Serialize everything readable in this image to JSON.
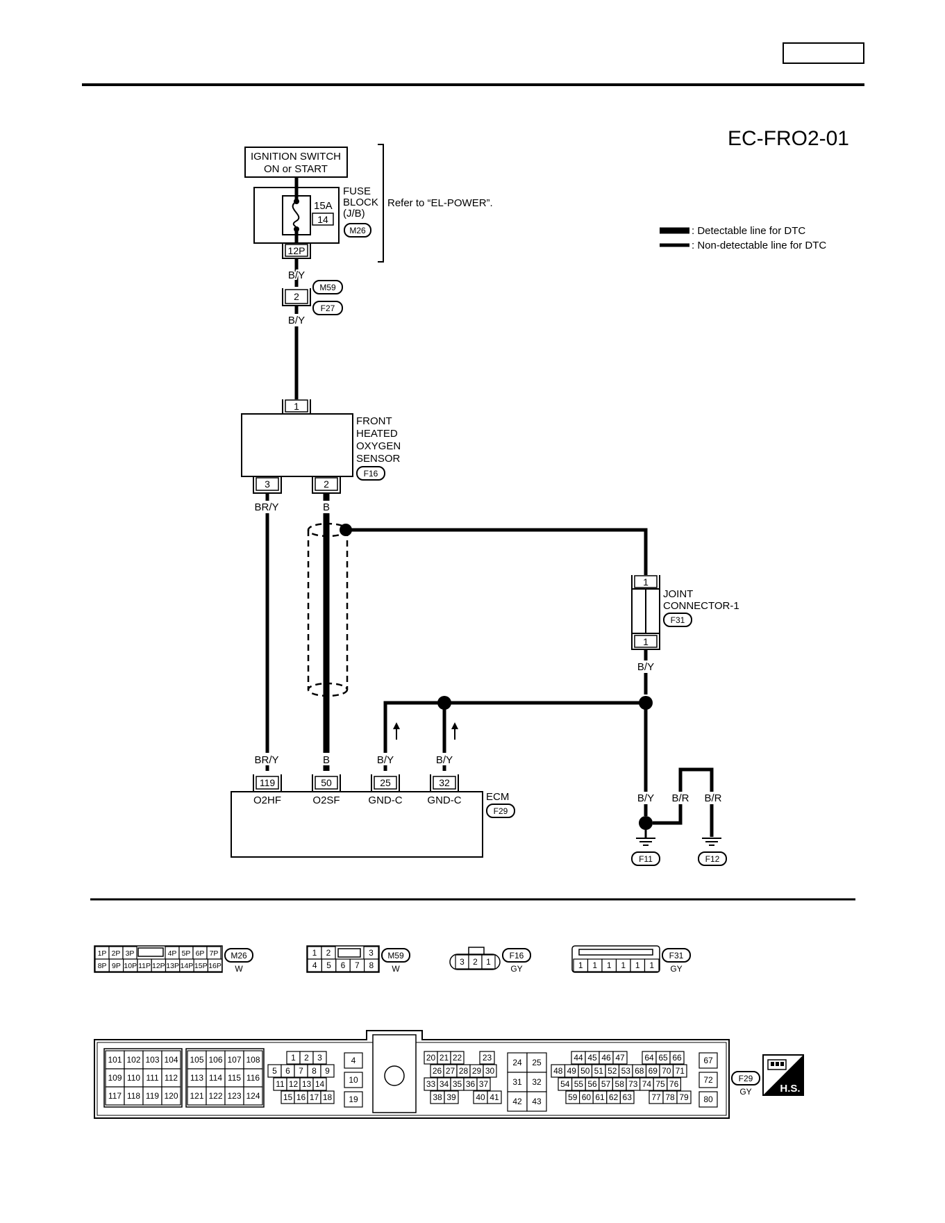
{
  "diagram_id": "EC-FRO2-01",
  "legend": {
    "detectable": ": Detectable line for DTC",
    "non_detectable": ": Non-detectable line for DTC"
  },
  "ignition_switch": {
    "line1": "IGNITION SWITCH",
    "line2": "ON or START"
  },
  "fuse_block": {
    "line1": "FUSE",
    "line2": "BLOCK",
    "line3": "(J/B)",
    "fuse_amp": "15A",
    "fuse_no": "14",
    "connector": "M26",
    "terminal": "12P",
    "note": "Refer to “EL-POWER”."
  },
  "inline_connector": {
    "top": "M59",
    "bottom": "F27",
    "terminal": "2"
  },
  "sensor": {
    "line1": "FRONT",
    "line2": "HEATED",
    "line3": "OXYGEN",
    "line4": "SENSOR",
    "connector": "F16",
    "pin_top": "1",
    "pin_left": "3",
    "pin_right": "2"
  },
  "joint": {
    "line1": "JOINT",
    "line2": "CONNECTOR-1",
    "connector": "F31",
    "pin_top": "1",
    "pin_bottom": "1"
  },
  "ecm": {
    "label": "ECM",
    "connector": "F29",
    "pins": [
      {
        "num": "119",
        "name": "O2HF",
        "wire": "BR/Y"
      },
      {
        "num": "50",
        "name": "O2SF",
        "wire": "B"
      },
      {
        "num": "25",
        "name": "GND-C",
        "wire": "B/Y"
      },
      {
        "num": "32",
        "name": "GND-C",
        "wire": "B/Y"
      }
    ]
  },
  "wires": {
    "by": "B/Y",
    "bry": "BR/Y",
    "b": "B",
    "br": "B/R"
  },
  "grounds": {
    "g1": "F11",
    "g2": "F12"
  },
  "views": {
    "m26": {
      "id": "M26",
      "color": "W",
      "row1": [
        "1P",
        "2P",
        "3P",
        "4P",
        "5P",
        "6P",
        "7P"
      ],
      "row2": [
        "8P",
        "9P",
        "10P",
        "11P",
        "12P",
        "13P",
        "14P",
        "15P",
        "16P"
      ]
    },
    "m59": {
      "id": "M59",
      "color": "W",
      "row1": [
        "1",
        "2",
        "3"
      ],
      "row2": [
        "4",
        "5",
        "6",
        "7",
        "8"
      ]
    },
    "f16": {
      "id": "F16",
      "color": "GY",
      "pins": [
        "3",
        "2",
        "1"
      ]
    },
    "f31": {
      "id": "F31",
      "color": "GY",
      "pins": [
        "1",
        "1",
        "1",
        "1",
        "1",
        "1"
      ]
    },
    "f29": {
      "id": "F29",
      "color": "GY",
      "hs": "H.S."
    }
  },
  "ecm_connector": {
    "b1": [
      [
        "101",
        "102",
        "103",
        "104"
      ],
      [
        "109",
        "110",
        "111",
        "112"
      ],
      [
        "117",
        "118",
        "119",
        "120"
      ]
    ],
    "b2": [
      [
        "105",
        "106",
        "107",
        "108"
      ],
      [
        "113",
        "114",
        "115",
        "116"
      ],
      [
        "121",
        "122",
        "123",
        "124"
      ]
    ],
    "b3r1": [
      "1",
      "2",
      "3"
    ],
    "b3r2": [
      "5",
      "6",
      "7",
      "8",
      "9"
    ],
    "b3r3": [
      "11",
      "12",
      "13",
      "14"
    ],
    "b3r4": [
      "15",
      "16",
      "17",
      "18"
    ],
    "b4": [
      "4",
      "10",
      "19"
    ],
    "b5r1a": [
      "20",
      "21",
      "22"
    ],
    "b5r1b": [
      "23"
    ],
    "b5r2": [
      "26",
      "27",
      "28",
      "29",
      "30"
    ],
    "b5r3": [
      "33",
      "34",
      "35",
      "36",
      "37"
    ],
    "b5r4a": [
      "38",
      "39"
    ],
    "b5r4b": [
      "40",
      "41"
    ],
    "b6": [
      [
        "24",
        "25"
      ],
      [
        "31",
        "32"
      ],
      [
        "42",
        "43"
      ]
    ],
    "b7r1a": [
      "44",
      "45",
      "46",
      "47"
    ],
    "b7r1b": [
      "64",
      "65",
      "66"
    ],
    "b7r2": [
      "48",
      "49",
      "50",
      "51",
      "52",
      "53",
      "68",
      "69",
      "70",
      "71"
    ],
    "b7r3": [
      "54",
      "55",
      "56",
      "57",
      "58",
      "73",
      "74",
      "75",
      "76"
    ],
    "b7r4a": [
      "59",
      "60",
      "61",
      "62",
      "63"
    ],
    "b7r4b": [
      "77",
      "78",
      "79"
    ],
    "b8": [
      "67",
      "72",
      "80"
    ]
  }
}
